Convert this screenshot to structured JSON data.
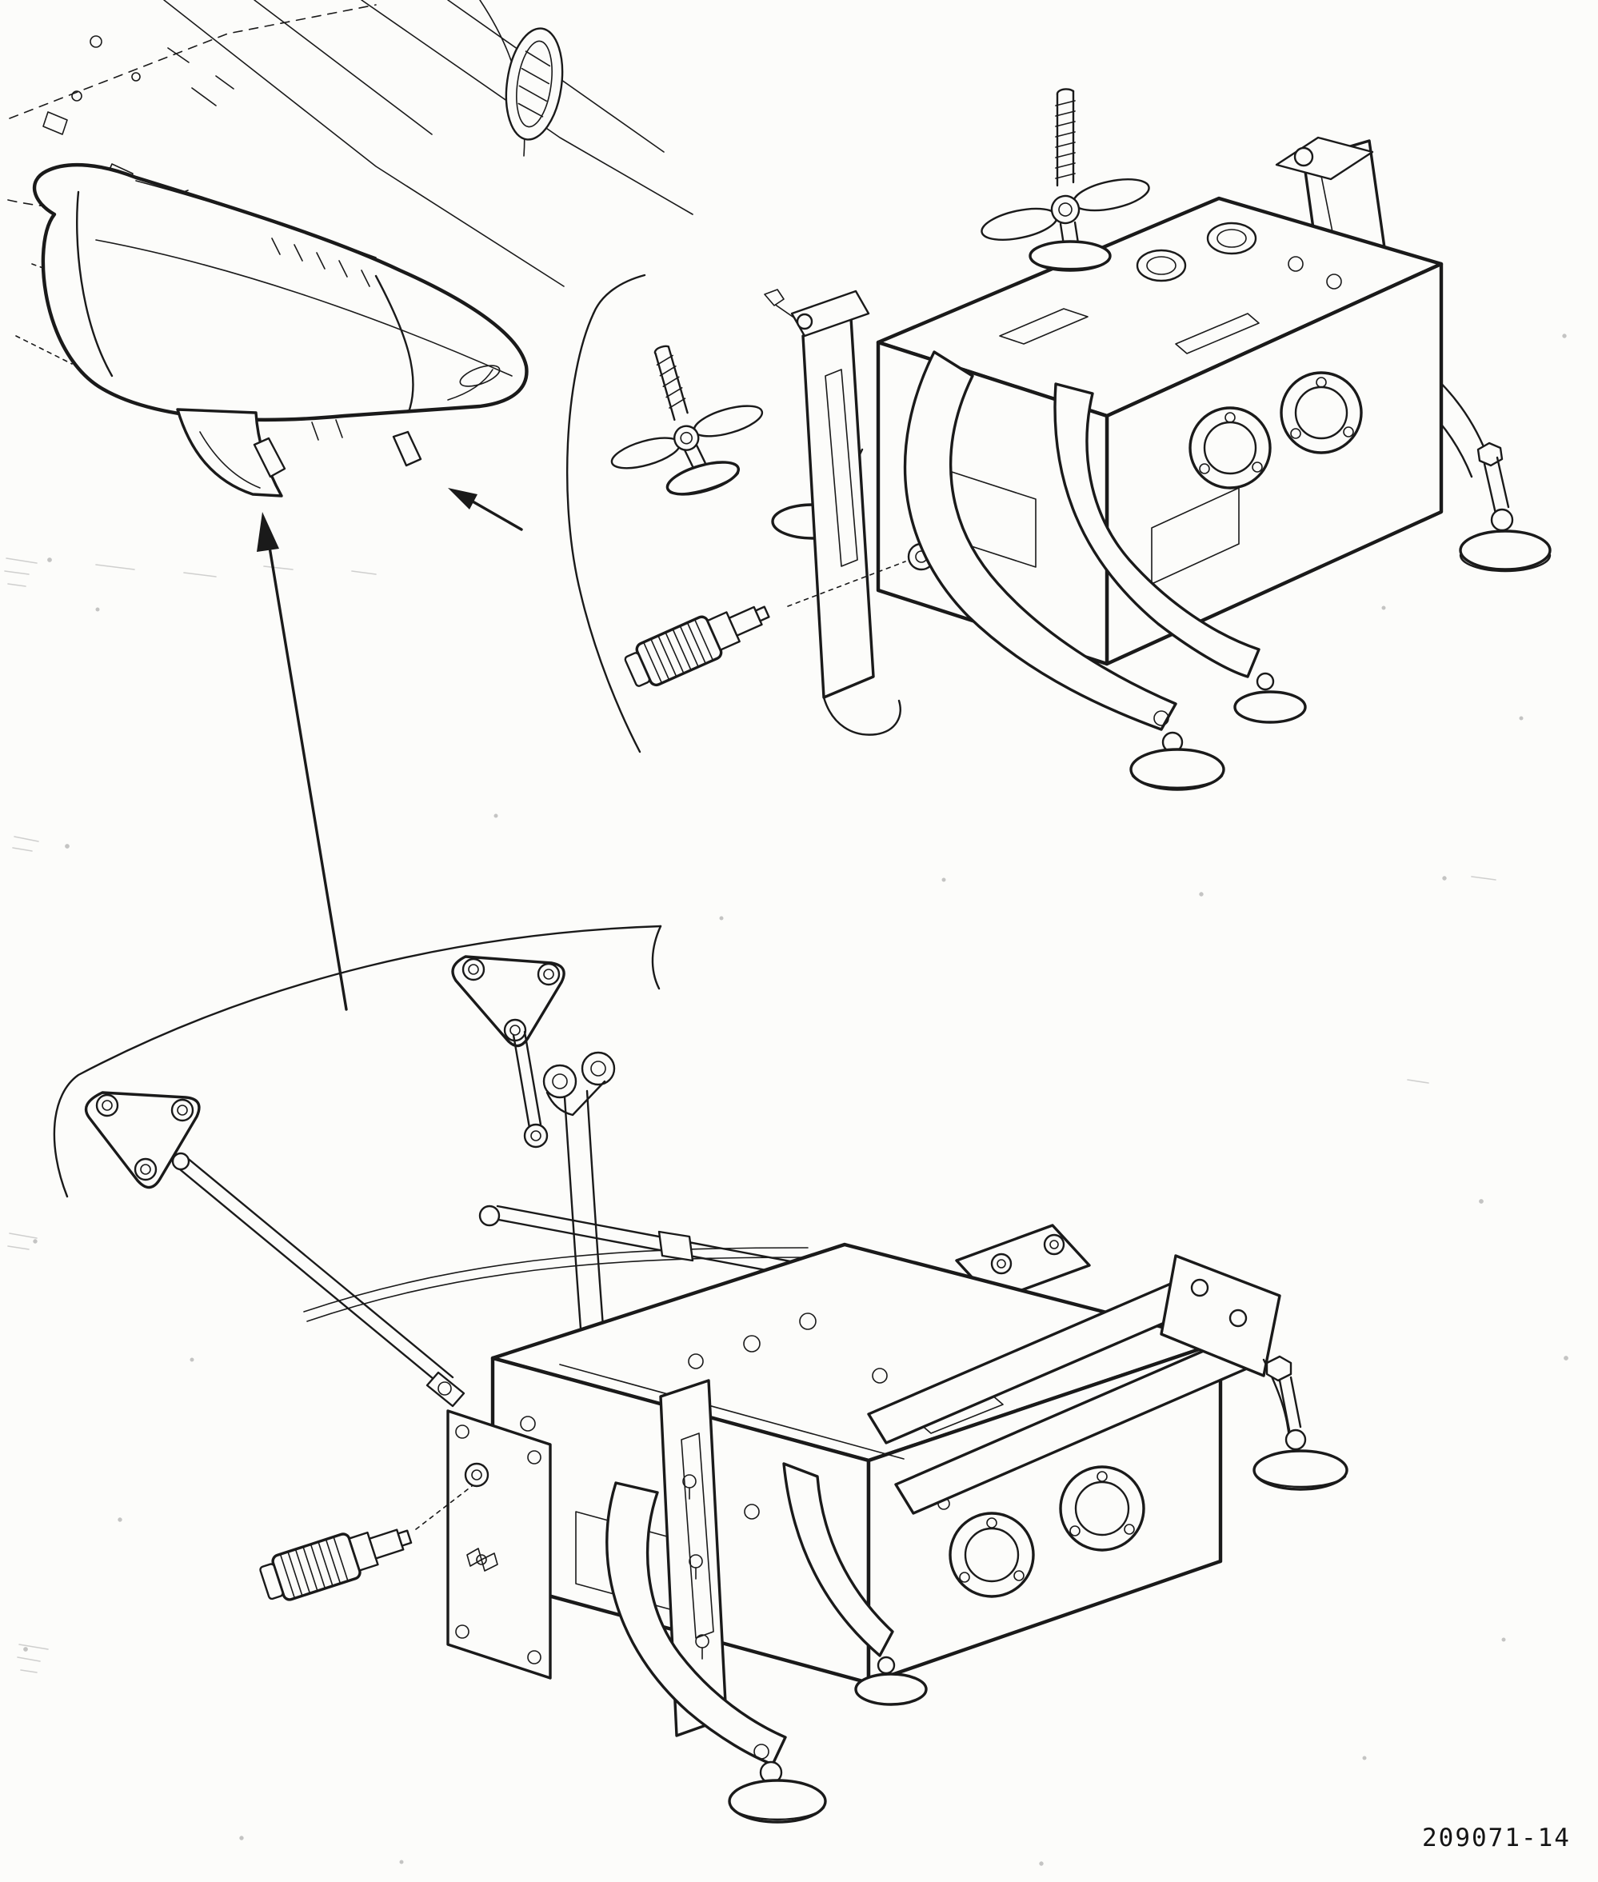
{
  "figure_label": "209071-14",
  "palette": {
    "ink": "#1a1a1a",
    "paper": "#fcfcfa",
    "scan_noise": "#8e8e8e"
  },
  "parts": [
    {
      "name": "aircraft-structure",
      "kind": "dashed-outline-upper-left"
    },
    {
      "name": "pylon-fairing",
      "kind": "streamlined-pod-with-ventral-fin"
    },
    {
      "name": "attachment-lug-forward",
      "kind": "small-tab"
    },
    {
      "name": "attachment-lug-aft",
      "kind": "small-tab"
    },
    {
      "name": "location-arrow",
      "kind": "long-leader-arrow"
    },
    {
      "name": "aft-lug-arrow",
      "kind": "short-leader-arrow"
    },
    {
      "name": "upper-panel-leader",
      "kind": "curved-boundary-line"
    },
    {
      "name": "lower-panel-leader",
      "kind": "curved-boundary-line"
    },
    {
      "name": "bomb-rack-upper-view",
      "kind": "isometric-mechanism"
    },
    {
      "name": "bomb-rack-lower-view",
      "kind": "isometric-mechanism"
    },
    {
      "name": "t-handle-thumbscrew-top",
      "kind": "threaded-fastener-with-pad"
    },
    {
      "name": "t-handle-thumbscrew-left",
      "kind": "threaded-fastener-with-pad"
    },
    {
      "name": "quick-disconnect-coupling-upper",
      "kind": "knurled-fitting"
    },
    {
      "name": "quick-disconnect-coupling-lower",
      "kind": "knurled-fitting"
    },
    {
      "name": "swivel-pad-feet",
      "kind": "mushroom-pads"
    },
    {
      "name": "linkage-rods",
      "kind": "connecting-rods-and-plates"
    }
  ]
}
